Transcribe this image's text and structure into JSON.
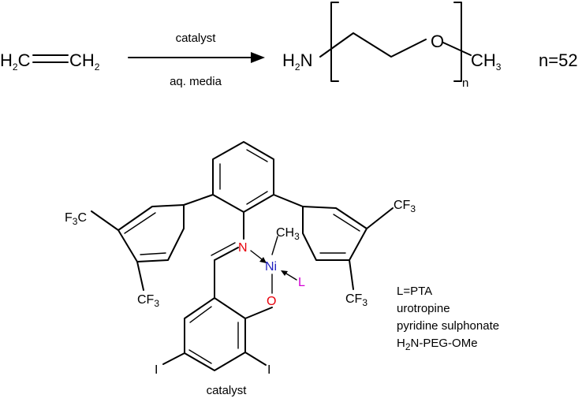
{
  "reaction": {
    "reactant": {
      "left": "H",
      "left_sub": "2",
      "mid": "C",
      "right": "CH",
      "right_sub": "2"
    },
    "conditions_above": "catalyst",
    "conditions_below": "aq. media",
    "product": {
      "amine": "H",
      "amine_sub": "2",
      "amine_n": "N",
      "oxygen": "O",
      "end_group": "CH",
      "end_group_sub": "3",
      "repeat_index": "n"
    },
    "degree_note": "n=52"
  },
  "catalyst": {
    "cf3_a": {
      "pre": "F",
      "pre_sub": "3",
      "post": "C"
    },
    "cf3_b": {
      "pre": "CF",
      "pre_sub": "3"
    },
    "cf3_c": {
      "pre": "CF",
      "pre_sub": "3"
    },
    "cf3_d": {
      "pre": "CF",
      "pre_sub": "3"
    },
    "nitrogen": "N",
    "nickel": "Ni",
    "methyl": "CH",
    "methyl_sub": "3",
    "ligand": "L",
    "oxygen": "O",
    "iodine_left": "I",
    "iodine_right": "I",
    "caption": "catalyst",
    "colors": {
      "nitrogen": "#e8000b",
      "nickel": "#1f1fbf",
      "oxygen": "#e8000b",
      "ligand": "#d400d4",
      "bonds": "#000000"
    }
  },
  "ligand_legend": {
    "line1": "L=PTA",
    "line2": "urotropine",
    "line3": "pyridine sulphonate",
    "line4_pre": "H",
    "line4_sub": "2",
    "line4_post": "N-PEG-OMe"
  }
}
